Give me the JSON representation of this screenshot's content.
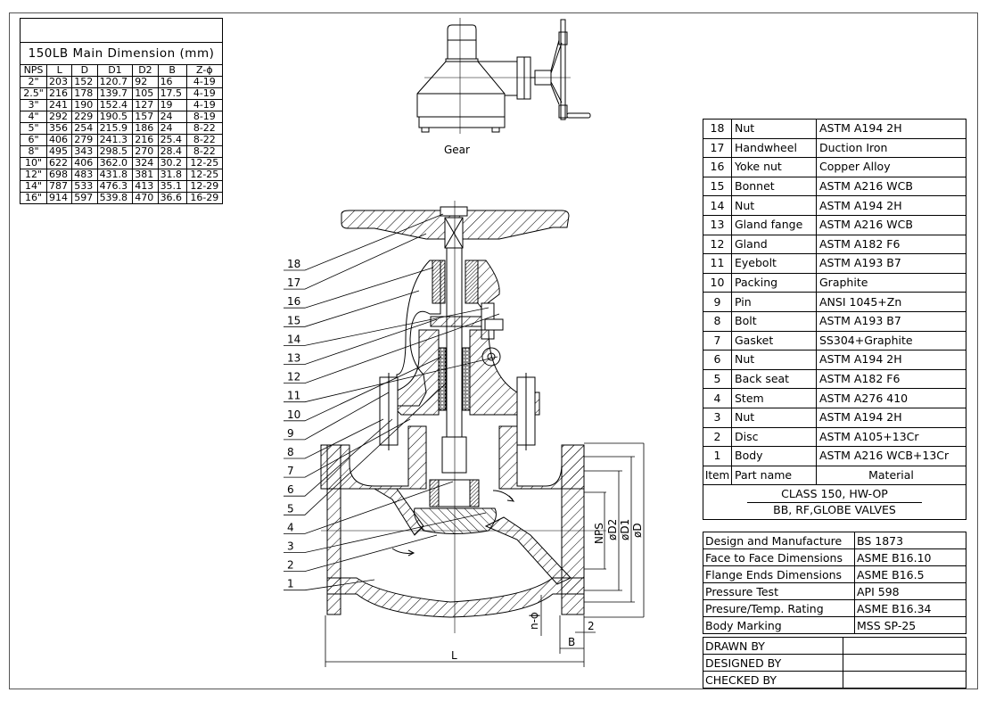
{
  "dimension_table": {
    "title": "150LB Main Dimension (mm)",
    "headers": [
      "NPS",
      "L",
      "D",
      "D1",
      "D2",
      "B",
      "Z-ϕ"
    ],
    "rows": [
      [
        "2\"",
        "203",
        "152",
        "120.7",
        "92",
        "16",
        "4-19"
      ],
      [
        "2.5\"",
        "216",
        "178",
        "139.7",
        "105",
        "17.5",
        "4-19"
      ],
      [
        "3\"",
        "241",
        "190",
        "152.4",
        "127",
        "19",
        "4-19"
      ],
      [
        "4\"",
        "292",
        "229",
        "190.5",
        "157",
        "24",
        "8-19"
      ],
      [
        "5\"",
        "356",
        "254",
        "215.9",
        "186",
        "24",
        "8-22"
      ],
      [
        "6\"",
        "406",
        "279",
        "241.3",
        "216",
        "25.4",
        "8-22"
      ],
      [
        "8\"",
        "495",
        "343",
        "298.5",
        "270",
        "28.4",
        "8-22"
      ],
      [
        "10\"",
        "622",
        "406",
        "362.0",
        "324",
        "30.2",
        "12-25"
      ],
      [
        "12\"",
        "698",
        "483",
        "431.8",
        "381",
        "31.8",
        "12-25"
      ],
      [
        "14\"",
        "787",
        "533",
        "476.3",
        "413",
        "35.1",
        "12-29"
      ],
      [
        "16\"",
        "914",
        "597",
        "539.8",
        "470",
        "36.6",
        "16-29"
      ]
    ]
  },
  "drawing": {
    "gear_label": "Gear",
    "callouts": [
      "18",
      "17",
      "16",
      "15",
      "14",
      "13",
      "12",
      "11",
      "10",
      "9",
      "8",
      "7",
      "6",
      "5",
      "4",
      "3",
      "2",
      "1"
    ],
    "dims": {
      "L": "L",
      "B": "B",
      "gap": "2",
      "holes": "n-ϕ",
      "NPS": "NPS",
      "D2": "øD2",
      "D1": "øD1",
      "D": "øD"
    }
  },
  "parts_table": {
    "rows": [
      {
        "item": "18",
        "part": "Nut",
        "material": "ASTM A194 2H"
      },
      {
        "item": "17",
        "part": "Handwheel",
        "material": "Duction Iron"
      },
      {
        "item": "16",
        "part": "Yoke nut",
        "material": "Copper Alloy"
      },
      {
        "item": "15",
        "part": "Bonnet",
        "material": "ASTM A216 WCB"
      },
      {
        "item": "14",
        "part": "Nut",
        "material": "ASTM A194 2H"
      },
      {
        "item": "13",
        "part": "Gland fange",
        "material": "ASTM A216 WCB"
      },
      {
        "item": "12",
        "part": "Gland",
        "material": "ASTM A182 F6"
      },
      {
        "item": "11",
        "part": "Eyebolt",
        "material": "ASTM A193 B7"
      },
      {
        "item": "10",
        "part": "Packing",
        "material": "Graphite"
      },
      {
        "item": "9",
        "part": "Pin",
        "material": "ANSI 1045+Zn"
      },
      {
        "item": "8",
        "part": "Bolt",
        "material": "ASTM A193 B7"
      },
      {
        "item": "7",
        "part": "Gasket",
        "material": "SS304+Graphite"
      },
      {
        "item": "6",
        "part": "Nut",
        "material": "ASTM A194 2H"
      },
      {
        "item": "5",
        "part": "Back seat",
        "material": "ASTM A182 F6"
      },
      {
        "item": "4",
        "part": "Stem",
        "material": "ASTM A276 410"
      },
      {
        "item": "3",
        "part": "Nut",
        "material": "ASTM A194 2H"
      },
      {
        "item": "2",
        "part": "Disc",
        "material": "ASTM A105+13Cr"
      },
      {
        "item": "1",
        "part": "Body",
        "material": "ASTM A216 WCB+13Cr"
      }
    ],
    "header": {
      "item": "Item",
      "part": "Part name",
      "material": "Material"
    },
    "class_line1": "CLASS 150, HW-OP",
    "class_line2": "BB, RF,GLOBE VALVES"
  },
  "standards": [
    {
      "label": "Design and Manufacture",
      "value": "BS 1873"
    },
    {
      "label": "Face to Face Dimensions",
      "value": "ASME B16.10"
    },
    {
      "label": "Flange Ends Dimensions",
      "value": "ASME B16.5"
    },
    {
      "label": "Pressure Test",
      "value": "API 598"
    },
    {
      "label": "Presure/Temp. Rating",
      "value": "ASME B16.34"
    },
    {
      "label": "Body Marking",
      "value": "MSS SP-25"
    }
  ],
  "signatures": [
    {
      "label": "DRAWN BY",
      "value": ""
    },
    {
      "label": "DESIGNED BY",
      "value": ""
    },
    {
      "label": "CHECKED  BY",
      "value": ""
    }
  ]
}
